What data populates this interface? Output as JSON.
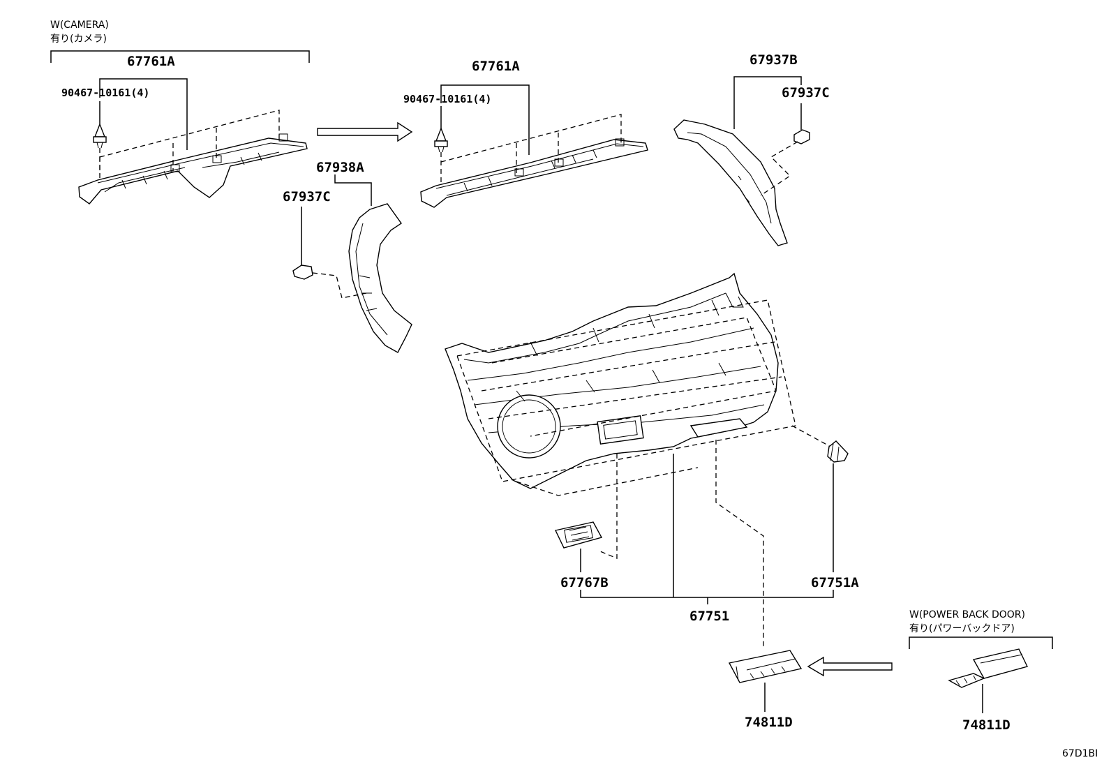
{
  "notes": {
    "camera_en": "W(CAMERA)",
    "camera_jp": "有り(カメラ)",
    "pbd_en": "W(POWER BACK DOOR)",
    "pbd_jp": "有り(パワーバックドア)"
  },
  "labels": {
    "p67761a_left": "67761A",
    "p67761a_right": "67761A",
    "clip_left": "90467-10161(4)",
    "clip_right": "90467-10161(4)",
    "p67937b": "67937B",
    "p67937c_upper": "67937C",
    "p67938a": "67938A",
    "p67937c_lower": "67937C",
    "p67767b": "67767B",
    "p67751a": "67751A",
    "p67751": "67751",
    "p74811d_left": "74811D",
    "p74811d_right": "74811D"
  },
  "diagram_code": "67D1BI"
}
